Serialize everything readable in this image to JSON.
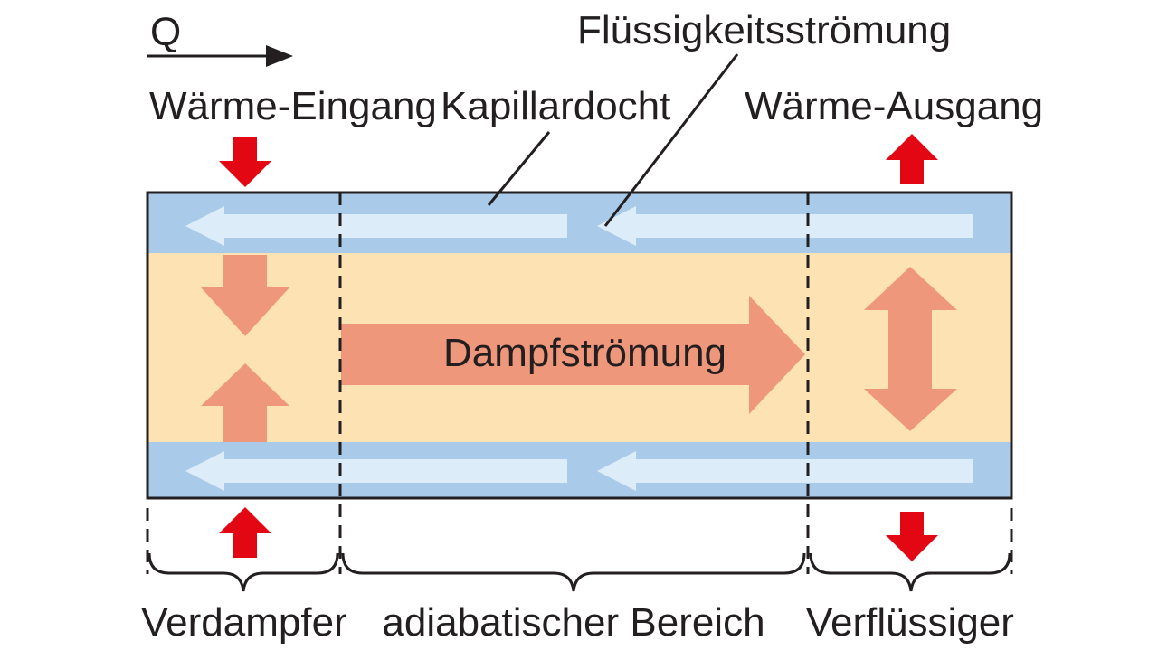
{
  "labels": {
    "q": "Q",
    "heat_input": "Wärme-Eingang",
    "wick": "Kapillardocht",
    "liquid_flow": "Flüssigkeitsströmung",
    "heat_output": "Wärme-Ausgang",
    "vapor_flow": "Dampfströmung",
    "evaporator": "Verdampfer",
    "adiabatic": "adiabatischer Bereich",
    "condenser": "Verflüssiger"
  },
  "colors": {
    "wick": "#a9cbe9",
    "vapor_core": "#fde3b3",
    "vapor_arrow": "#ef977b",
    "liquid_arrow": "#dcecf8",
    "heat_arrow": "#e30613",
    "outline": "#231f20"
  }
}
